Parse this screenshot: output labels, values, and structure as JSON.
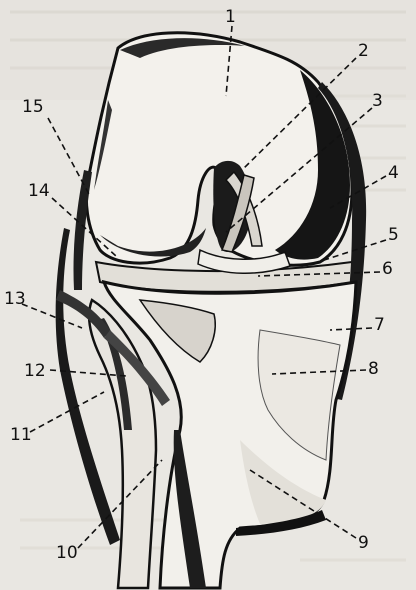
{
  "figure": {
    "kind": "anatomical illustration (knee joint, bones & ligaments)",
    "background_color": "#e9e7e2",
    "ink_color": "#111111"
  },
  "labels": [
    {
      "id": "1",
      "text": "1"
    },
    {
      "id": "2",
      "text": "2"
    },
    {
      "id": "3",
      "text": "3"
    },
    {
      "id": "4",
      "text": "4"
    },
    {
      "id": "5",
      "text": "5"
    },
    {
      "id": "6",
      "text": "6"
    },
    {
      "id": "7",
      "text": "7"
    },
    {
      "id": "8",
      "text": "8"
    },
    {
      "id": "9",
      "text": "9"
    },
    {
      "id": "10",
      "text": "10"
    },
    {
      "id": "11",
      "text": "11"
    },
    {
      "id": "12",
      "text": "12"
    },
    {
      "id": "13",
      "text": "13"
    },
    {
      "id": "14",
      "text": "14"
    },
    {
      "id": "15",
      "text": "15"
    }
  ]
}
